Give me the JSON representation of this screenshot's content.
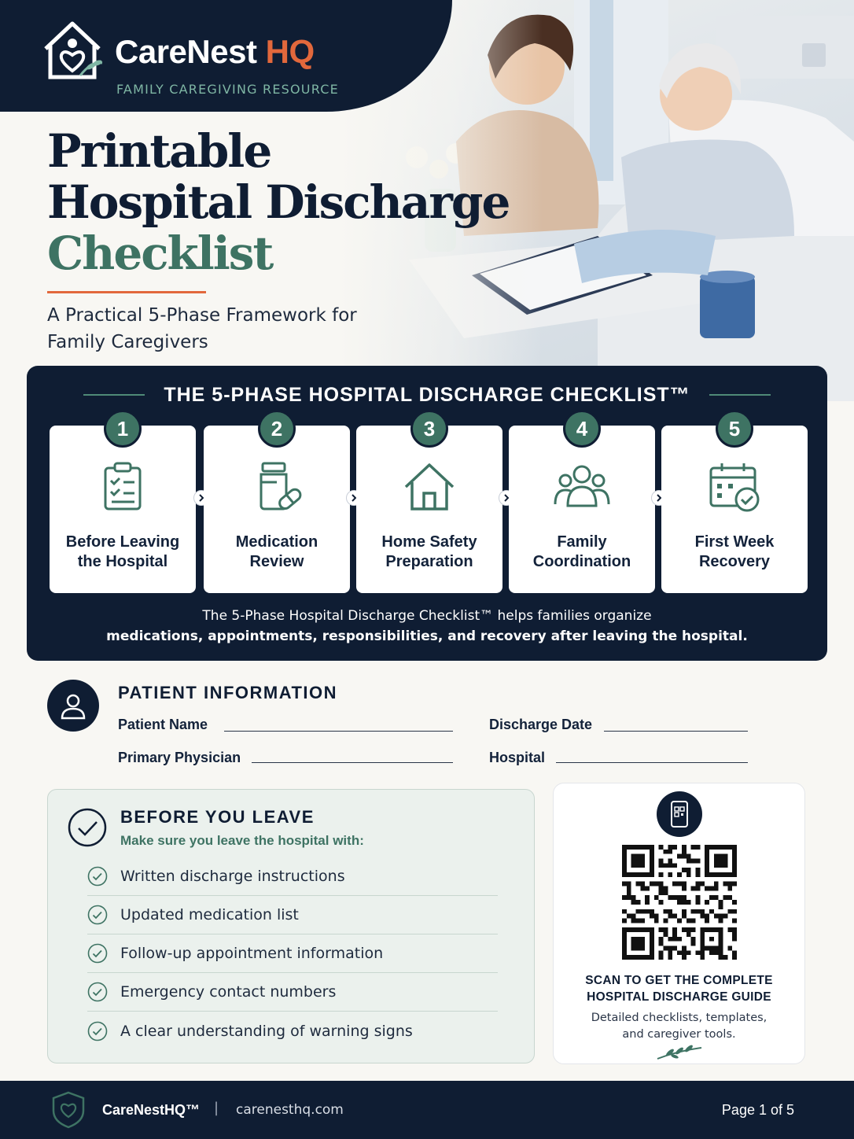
{
  "brand": {
    "name_main": "CareNest",
    "name_accent": "HQ",
    "tagline": "FAMILY CAREGIVING RESOURCE"
  },
  "hero": {
    "title_line1": "Printable",
    "title_line2": "Hospital Discharge",
    "title_line3": "Checklist",
    "subtitle": "A Practical 5-Phase Framework for Family Caregivers"
  },
  "phases": {
    "heading": "THE 5-PHASE HOSPITAL DISCHARGE CHECKLIST™",
    "items": [
      {
        "number": "1",
        "label": "Before Leaving the Hospital",
        "icon": "clipboard-checklist-icon"
      },
      {
        "number": "2",
        "label": "Medication Review",
        "icon": "pill-bottle-icon"
      },
      {
        "number": "3",
        "label": "Home Safety Preparation",
        "icon": "house-icon"
      },
      {
        "number": "4",
        "label": "Family Coordination",
        "icon": "family-group-icon"
      },
      {
        "number": "5",
        "label": "First Week Recovery",
        "icon": "calendar-check-icon"
      }
    ],
    "description_line1": "The 5-Phase Hospital Discharge Checklist™ helps families organize",
    "description_line2": "medications, appointments, responsibilities, and recovery after leaving the hospital."
  },
  "patient_info": {
    "title": "PATIENT INFORMATION",
    "fields": {
      "patient_name": "Patient Name",
      "discharge_date": "Discharge Date",
      "primary_physician": "Primary Physician",
      "hospital": "Hospital"
    }
  },
  "before_you_leave": {
    "title": "BEFORE YOU LEAVE",
    "subtitle": "Make sure you leave the hospital with:",
    "items": [
      "Written discharge instructions",
      "Updated medication list",
      "Follow-up appointment information",
      "Emergency contact numbers",
      "A clear understanding of warning signs"
    ]
  },
  "qr": {
    "title_line1": "SCAN TO GET THE COMPLETE",
    "title_line2": "HOSPITAL DISCHARGE GUIDE",
    "sub_line1": "Detailed checklists, templates,",
    "sub_line2": "and caregiver tools."
  },
  "footer": {
    "brand": "CareNestHQ™",
    "separator": "|",
    "url": "carenesthq.com",
    "page": "Page 1 of 5"
  },
  "colors": {
    "navy": "#0f1d33",
    "green": "#3e7363",
    "orange": "#e2683c",
    "cream": "#f8f7f3"
  }
}
